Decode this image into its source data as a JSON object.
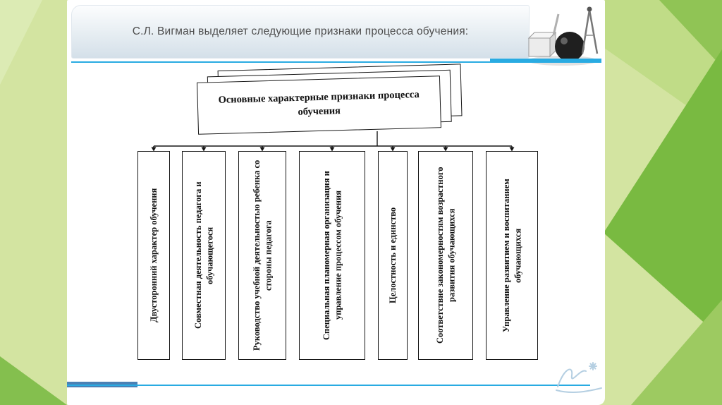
{
  "colors": {
    "accent_blue": "#29abe2",
    "steel_blue": "#4a81b5",
    "diagram_ink": "#161616",
    "header_text": "#4d4d4d",
    "green_primary": "#79ba41",
    "green_base": "#d3e4a1"
  },
  "slide": {
    "header": {
      "title": "С.Л. Вигман выделяет следующие признаки процесса обучения:"
    },
    "icons": {
      "top_right": "drafting-tools-image",
      "bottom_right": "signature-watermark-icon"
    },
    "diagram": {
      "title": "Основные характерные признаки процесса обучения",
      "items": [
        "Двусторонний характер обучения",
        "Совместная деятельность педагога и обучающегося",
        "Руководство учебной деятельностью ребенка со стороны педагога",
        "Специальная планомерная организация и управление процессом обучения",
        "Целостность и единство",
        "Соответствие закономерностям возрастного развития обучающихся",
        "Управление развитием и воспитанием обучающихся"
      ]
    }
  }
}
